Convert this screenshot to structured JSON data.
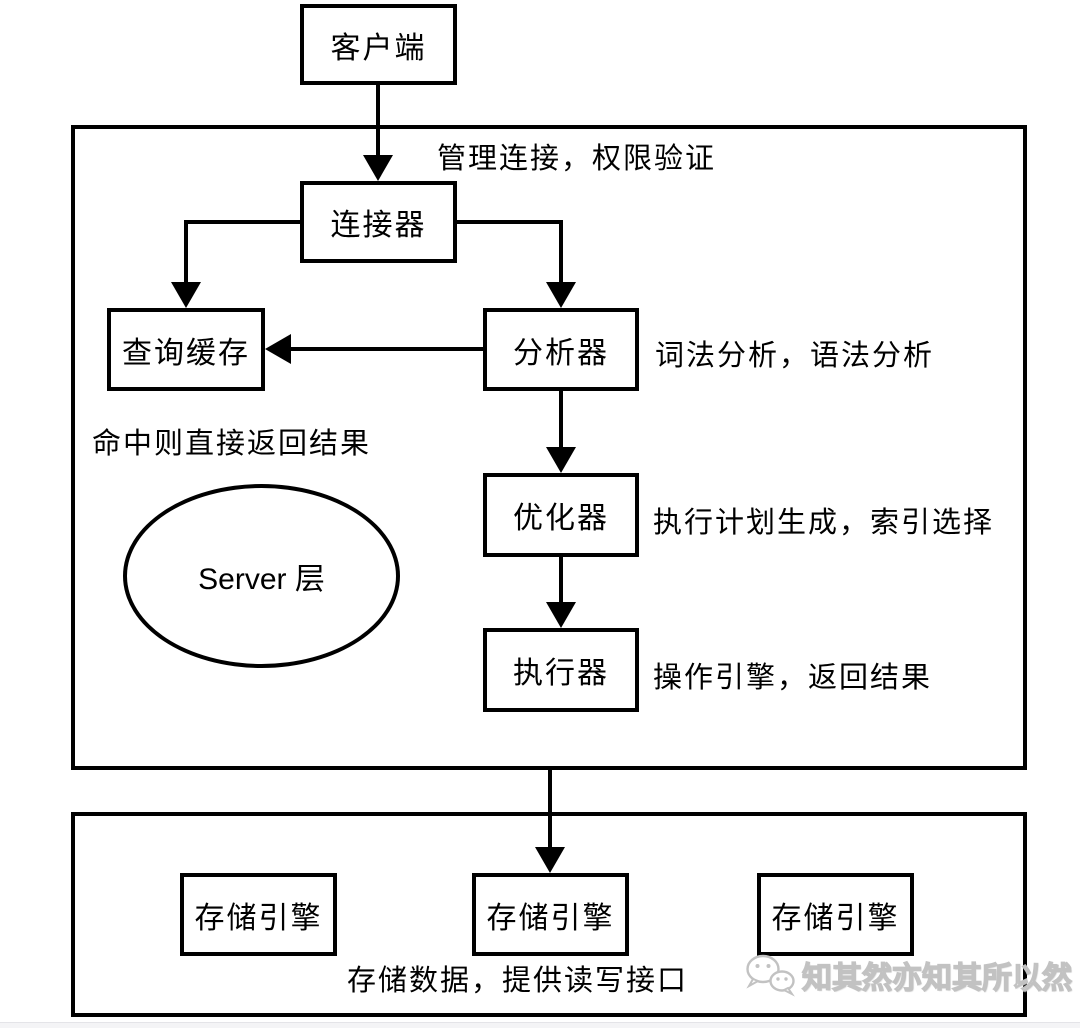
{
  "page": {
    "background": "#ffffff",
    "line_color": "#000000"
  },
  "nodes": {
    "client": "客户端",
    "connector": "连接器",
    "query_cache": "查询缓存",
    "analyzer": "分析器",
    "optimizer": "优化器",
    "executor": "执行器",
    "server_layer": "Server 层",
    "storage_engines": [
      "存储引擎",
      "存储引擎",
      "存储引擎"
    ]
  },
  "annotations": {
    "connector": "管理连接，权限验证",
    "analyzer": "词法分析，语法分析",
    "query_cache": "命中则直接返回结果",
    "optimizer": "执行计划生成，索引选择",
    "executor": "操作引擎，返回结果",
    "storage": "存储数据，提供读写接口"
  },
  "watermark": {
    "text": "知其然亦知其所以然",
    "icon": "wechat-icon",
    "color": "#c2c2c2"
  }
}
